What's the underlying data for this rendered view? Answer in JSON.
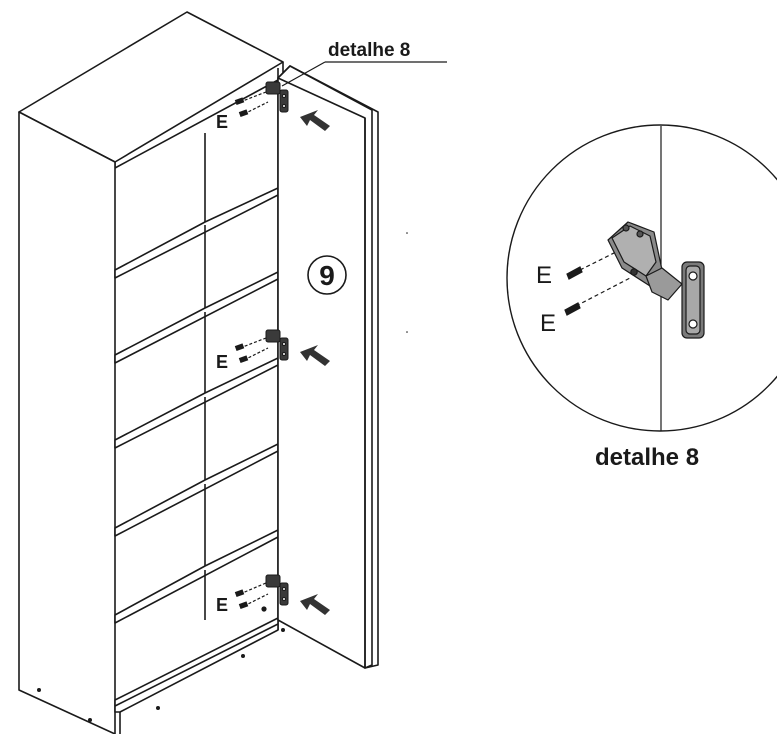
{
  "step": {
    "number": "9"
  },
  "callout": {
    "label": "detalhe 8"
  },
  "hinge_labels": {
    "top": "E",
    "middle": "E",
    "bottom": "E"
  },
  "detail": {
    "screw_label_1": "E",
    "screw_label_2": "E",
    "caption": "detalhe 8"
  },
  "colors": {
    "line": "#1a1a1a",
    "arrow": "#333333",
    "hinge": "#3a3a3a",
    "background": "#ffffff"
  }
}
